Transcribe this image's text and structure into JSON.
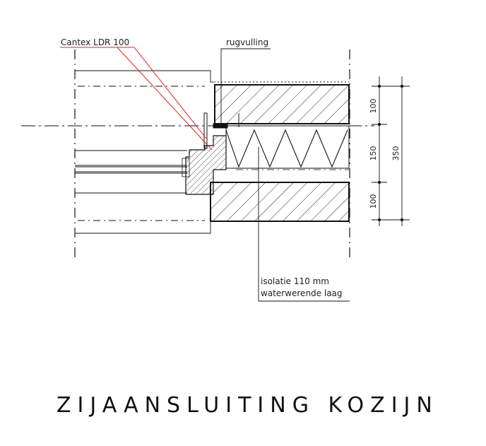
{
  "labels": {
    "cantex": "Cantex LDR 100",
    "rugvulling": "rugvulling",
    "isolatie": "isolatie 110 mm",
    "waterwerend": "waterwerende laag"
  },
  "dimensions": {
    "outer_leaf": "100",
    "cavity": "150",
    "inner_leaf": "100",
    "total": "350"
  },
  "title": "ZIJAANSLUITING KOZIJN",
  "colors": {
    "line": "#111111",
    "leader_red": "#e02020"
  }
}
